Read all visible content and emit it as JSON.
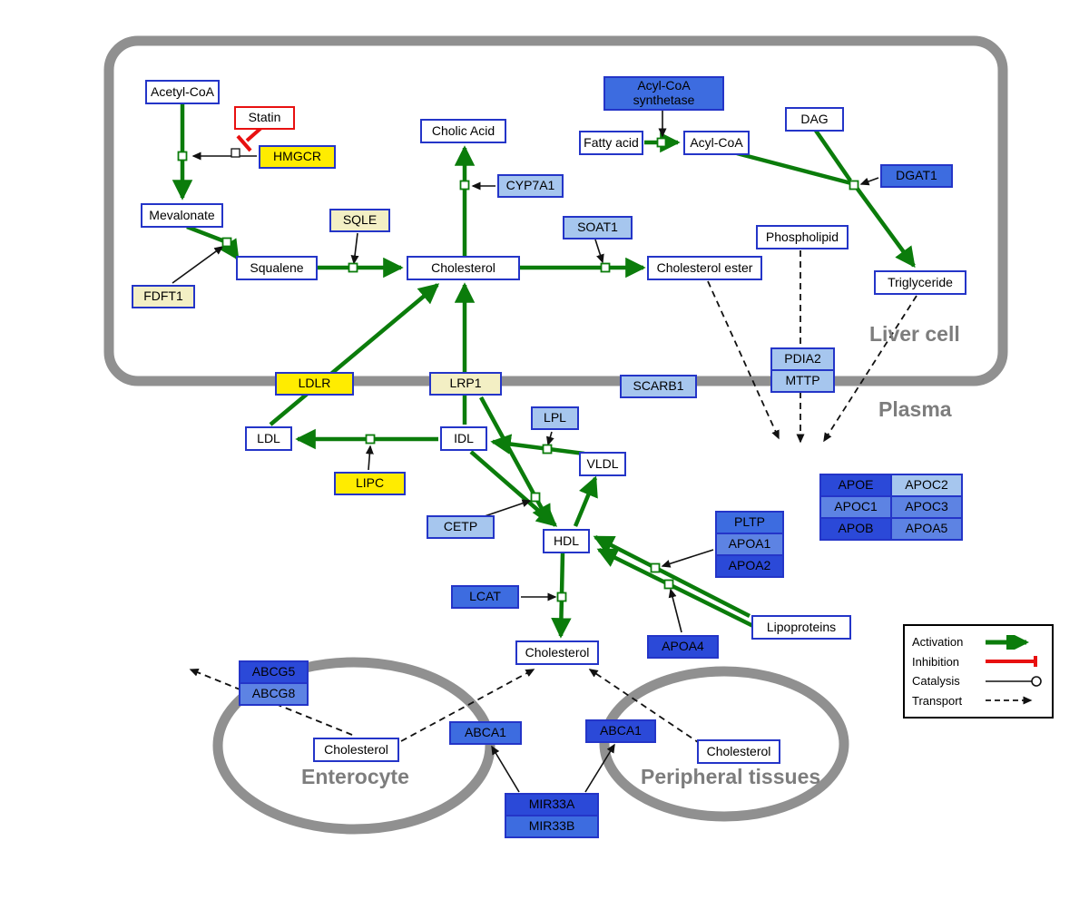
{
  "compartments": {
    "liver": {
      "label": "Liver cell"
    },
    "plasma": {
      "label": "Plasma"
    },
    "enterocyte": {
      "label": "Enterocyte"
    },
    "peripheral": {
      "label": "Peripheral tissues"
    }
  },
  "nodes": {
    "acetyl_coa": {
      "label": "Acetyl-CoA",
      "type": "metabolite"
    },
    "statin": {
      "label": "Statin",
      "type": "drug"
    },
    "hmgcr": {
      "label": "HMGCR",
      "type": "gene"
    },
    "mevalonate": {
      "label": "Mevalonate",
      "type": "metabolite"
    },
    "fdft1": {
      "label": "FDFT1",
      "type": "gene"
    },
    "squalene": {
      "label": "Squalene",
      "type": "metabolite"
    },
    "sqle": {
      "label": "SQLE",
      "type": "gene"
    },
    "cholic_acid": {
      "label": "Cholic Acid",
      "type": "metabolite"
    },
    "cyp7a1": {
      "label": "CYP7A1",
      "type": "gene"
    },
    "cholesterol_liver": {
      "label": "Cholesterol",
      "type": "metabolite"
    },
    "soat1": {
      "label": "SOAT1",
      "type": "gene"
    },
    "cholesterol_ester": {
      "label": "Cholesterol ester",
      "type": "metabolite"
    },
    "acyl_coa_synthetase": {
      "label": "Acyl-CoA synthetase",
      "type": "gene"
    },
    "fatty_acid": {
      "label": "Fatty acid",
      "type": "metabolite"
    },
    "acyl_coa": {
      "label": "Acyl-CoA",
      "type": "metabolite"
    },
    "dag": {
      "label": "DAG",
      "type": "metabolite"
    },
    "dgat1": {
      "label": "DGAT1",
      "type": "gene"
    },
    "phospholipid": {
      "label": "Phospholipid",
      "type": "metabolite"
    },
    "triglyceride": {
      "label": "Triglyceride",
      "type": "metabolite"
    },
    "pdia2": {
      "label": "PDIA2",
      "type": "gene"
    },
    "mttp": {
      "label": "MTTP",
      "type": "gene"
    },
    "ldlr": {
      "label": "LDLR",
      "type": "gene"
    },
    "lrp1": {
      "label": "LRP1",
      "type": "gene"
    },
    "scarb1": {
      "label": "SCARB1",
      "type": "gene"
    },
    "ldl": {
      "label": "LDL",
      "type": "metabolite"
    },
    "idl": {
      "label": "IDL",
      "type": "metabolite"
    },
    "lipc": {
      "label": "LIPC",
      "type": "gene"
    },
    "lpl": {
      "label": "LPL",
      "type": "gene"
    },
    "vldl": {
      "label": "VLDL",
      "type": "metabolite"
    },
    "cetp": {
      "label": "CETP",
      "type": "gene"
    },
    "hdl": {
      "label": "HDL",
      "type": "metabolite"
    },
    "pltp": {
      "label": "PLTP",
      "type": "gene"
    },
    "apoa1": {
      "label": "APOA1",
      "type": "gene"
    },
    "apoa2": {
      "label": "APOA2",
      "type": "gene"
    },
    "lcat": {
      "label": "LCAT",
      "type": "gene"
    },
    "apoa4": {
      "label": "APOA4",
      "type": "gene"
    },
    "lipoproteins": {
      "label": "Lipoproteins",
      "type": "metabolite"
    },
    "apoe": {
      "label": "APOE",
      "type": "gene"
    },
    "apoc2": {
      "label": "APOC2",
      "type": "gene"
    },
    "apoc1": {
      "label": "APOC1",
      "type": "gene"
    },
    "apoc3": {
      "label": "APOC3",
      "type": "gene"
    },
    "apob": {
      "label": "APOB",
      "type": "gene"
    },
    "apoa5": {
      "label": "APOA5",
      "type": "gene"
    },
    "cholesterol_plasma": {
      "label": "Cholesterol",
      "type": "metabolite"
    },
    "abcg5": {
      "label": "ABCG5",
      "type": "gene"
    },
    "abcg8": {
      "label": "ABCG8",
      "type": "gene"
    },
    "cholesterol_enterocyte": {
      "label": "Cholesterol",
      "type": "metabolite"
    },
    "abca1_enterocyte": {
      "label": "ABCA1",
      "type": "gene"
    },
    "abca1_peripheral": {
      "label": "ABCA1",
      "type": "gene"
    },
    "cholesterol_peripheral": {
      "label": "Cholesterol",
      "type": "metabolite"
    },
    "mir33a": {
      "label": "MIR33A",
      "type": "gene"
    },
    "mir33b": {
      "label": "MIR33B",
      "type": "gene"
    }
  },
  "legend": {
    "activation": "Activation",
    "inhibition": "Inhibition",
    "catalysis": "Catalysis",
    "transport": "Transport"
  },
  "colors": {
    "activation_green": "#0b7c0b",
    "inhibition_red": "#e81010",
    "gene_yellow": "#ffec00",
    "gene_pale_yellow": "#f3efc4",
    "gene_blue": "#3d6ce0",
    "gene_blue_dark": "#2b49d8",
    "gene_blue_mid": "#5d83e3",
    "gene_blue_light": "#a6c6ee",
    "metabolite_border_blue": "#2435c8",
    "compartment_gray": "#909090"
  }
}
